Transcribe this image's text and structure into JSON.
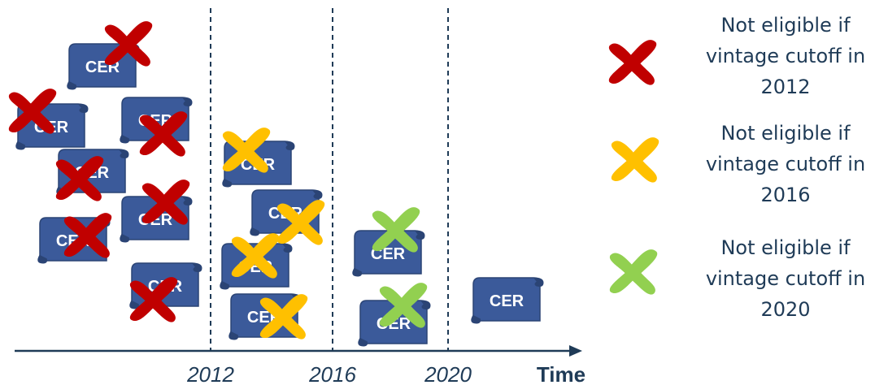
{
  "cer_label": "CER",
  "colors": {
    "cer_fill": "#3b5a9a",
    "cer_edge": "#2b4475",
    "axis": "#1f3b57",
    "red": "#c00000",
    "yellow": "#ffc000",
    "green": "#92d050"
  },
  "timeline": {
    "markers": [
      "2012",
      "2016",
      "2020"
    ],
    "axis_title": "Time"
  },
  "legend": [
    {
      "color": "red",
      "icon": "cross-icon",
      "lines": [
        "Not eligible if",
        "vintage cutoff in",
        "2012"
      ]
    },
    {
      "color": "yellow",
      "icon": "cross-icon",
      "lines": [
        "Not eligible if",
        "vintage cutoff in",
        "2016"
      ]
    },
    {
      "color": "green",
      "icon": "cross-icon",
      "lines": [
        "Not eligible if",
        "vintage cutoff in",
        "2020"
      ]
    }
  ],
  "certificates": [
    {
      "period": "before-2012",
      "cross": "red"
    },
    {
      "period": "before-2012",
      "cross": "red"
    },
    {
      "period": "before-2012",
      "cross": "red"
    },
    {
      "period": "before-2012",
      "cross": "red"
    },
    {
      "period": "before-2012",
      "cross": "red"
    },
    {
      "period": "before-2012",
      "cross": "red"
    },
    {
      "period": "before-2012",
      "cross": "red"
    },
    {
      "period": "2012-2016",
      "cross": "yellow"
    },
    {
      "period": "2012-2016",
      "cross": "yellow"
    },
    {
      "period": "2012-2016",
      "cross": "yellow"
    },
    {
      "period": "2012-2016",
      "cross": "yellow"
    },
    {
      "period": "2016-2020",
      "cross": "green"
    },
    {
      "period": "2016-2020",
      "cross": "green"
    },
    {
      "period": "after-2020",
      "cross": null
    }
  ]
}
